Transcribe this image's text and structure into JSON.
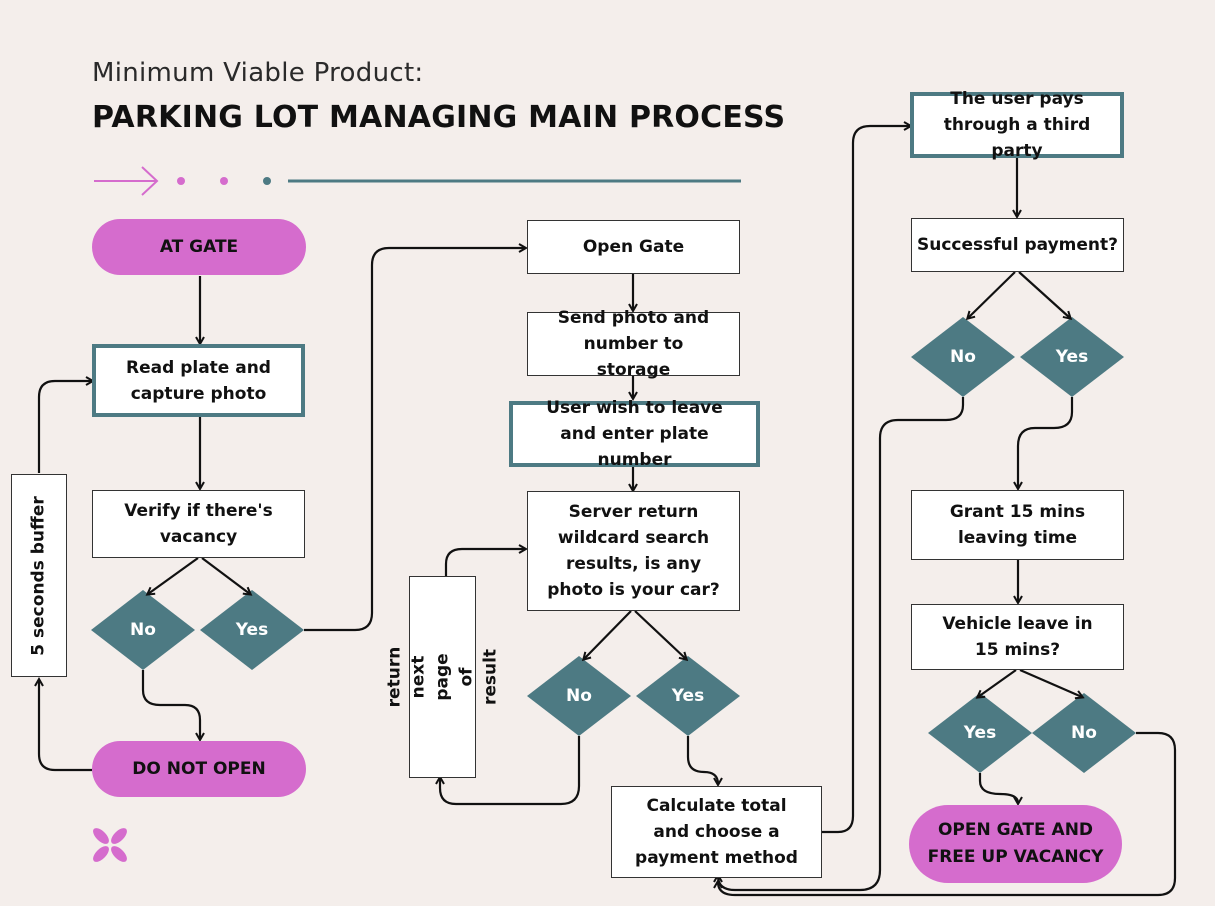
{
  "header": {
    "subtitle": "Minimum Viable Product:",
    "title": "PARKING LOT MANAGING MAIN PROCESS"
  },
  "colors": {
    "background": "#f4eeeb",
    "pill": "#d56ccd",
    "diamond": "#4d7a83",
    "accent_line": "#4d7a83",
    "arrow_pink": "#d56ccd"
  },
  "nodes": {
    "at_gate": "AT GATE",
    "read_plate": "Read plate and capture photo",
    "verify_vacancy": "Verify if there's vacancy",
    "do_not_open": "DO NOT OPEN",
    "buffer": "5 seconds buffer",
    "open_gate": "Open Gate",
    "send_photo": "Send photo and number to storage",
    "user_wish_leave": "User wish to leave and enter plate number",
    "server_return": "Server return wildcard search results, is any photo is your car?",
    "next_page": "return next page of result",
    "calculate_total": "Calculate total and choose a payment method",
    "user_pays": "The user pays through a third party",
    "successful_payment": "Successful payment?",
    "grant_time": "Grant 15 mins leaving time",
    "vehicle_leave": "Vehicle leave in 15 mins?",
    "open_gate_free": "OPEN GATE AND FREE UP VACANCY"
  },
  "decisions": {
    "vacancy_no": "No",
    "vacancy_yes": "Yes",
    "photo_no": "No",
    "photo_yes": "Yes",
    "payment_no": "No",
    "payment_yes": "Yes",
    "leave_yes": "Yes",
    "leave_no": "No"
  },
  "logo_icon": "flower-logo-icon"
}
